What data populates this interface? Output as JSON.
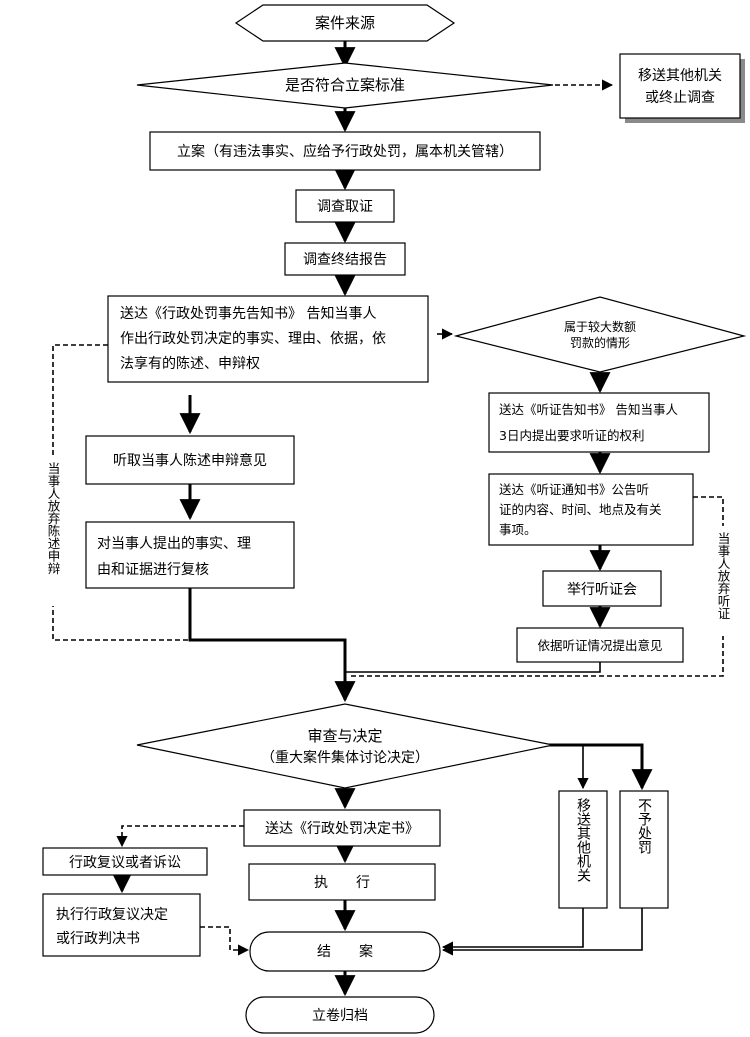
{
  "nodes": {
    "source": "案件来源",
    "criteria": "是否符合立案标准",
    "transfer_or_stop": [
      "移送其他机关",
      "或终止调查"
    ],
    "file_case": "立案（有违法事实、应给予行政处罚，属本机关管辖）",
    "investigate": "调查取证",
    "report": "调查终结报告",
    "notice": [
      "送达《行政处罚事先告知书》 告知当事人",
      "作出行政处罚决定的事实、理由、依据，依",
      "法享有的陈述、申辩权"
    ],
    "large_fine": [
      "属于较大数额",
      "罚款的情形"
    ],
    "hearing_notice": [
      "送达《听证告知书》 告知当事人",
      "3日内提出要求听证的权利"
    ],
    "hearing_inform": [
      "送达《听证通知书》公告听",
      "证的内容、时间、地点及有关",
      "事项。"
    ],
    "hold_hearing": "举行听证会",
    "hearing_opinion": "依据听证情况提出意见",
    "hear_defense": "听取当事人陈述申辩意见",
    "review_facts": [
      "对当事人提出的事实、理",
      "由和证据进行复核"
    ],
    "waive_defense": "当事人放弃陈述申辩",
    "waive_hearing": "当事人放弃听证",
    "decision": [
      "审查与决定",
      "（重大案件集体讨论决定）"
    ],
    "deliver_decision": "送达《行政处罚决定书》",
    "execute": "执　　行",
    "reconsider": "行政复议或者诉讼",
    "exec_reconsider": [
      "执行行政复议决定",
      "或行政判决书"
    ],
    "transfer_other": "移送其他机关",
    "no_penalty": "不予处罚",
    "close_case": "结　　案",
    "archive": "立卷归档"
  }
}
